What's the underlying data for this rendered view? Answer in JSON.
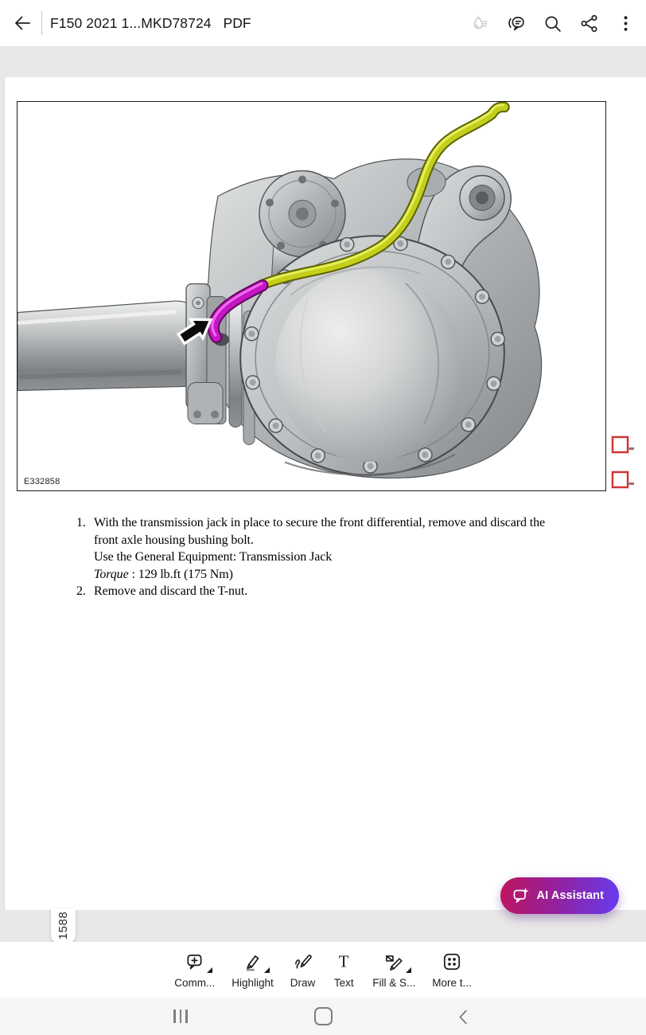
{
  "appbar": {
    "title": "F150 2021 1...MKD78724",
    "doc_type": "PDF",
    "actions": [
      {
        "name": "liquid-mode",
        "disabled": true
      },
      {
        "name": "view-comments",
        "disabled": false
      },
      {
        "name": "search",
        "disabled": false
      },
      {
        "name": "share",
        "disabled": false
      },
      {
        "name": "more-options",
        "disabled": false
      }
    ]
  },
  "figure": {
    "label": "E332858",
    "description": "Front axle differential with yellow vent tube, magenta highlighted segment and black arrow pointing to front axle housing bushing bolt",
    "link_boxes": 2
  },
  "content": {
    "steps": [
      {
        "number": "1.",
        "lines": [
          "With the transmission jack in place to secure the front differential, remove and discard the",
          "front axle housing bushing bolt.",
          "Use the General Equipment: Transmission Jack"
        ],
        "torque_label": "Torque",
        "torque_rest": " : 129 lb.ft (175 Nm)"
      },
      {
        "number": "2.",
        "lines": [
          "Remove and discard the T-nut."
        ]
      }
    ]
  },
  "page_indicator": {
    "page": "1588"
  },
  "ai_assistant": {
    "label": "AI Assistant",
    "icon": "chat-sparkle"
  },
  "toolbar": {
    "tools": [
      {
        "label": "Comm...",
        "icon": "comment-add",
        "has_submenu": true
      },
      {
        "label": "Highlight",
        "icon": "highlighter",
        "has_submenu": true
      },
      {
        "label": "Draw",
        "icon": "pencil-draw",
        "has_submenu": false
      },
      {
        "label": "Text",
        "icon": "text-tool",
        "has_submenu": false
      },
      {
        "label": "Fill & S...",
        "icon": "fill-sign",
        "has_submenu": true
      },
      {
        "label": "More t...",
        "icon": "more-tools",
        "has_submenu": false
      }
    ]
  },
  "navbar": {
    "icons": [
      "recents",
      "home",
      "back"
    ]
  },
  "colors": {
    "highlight_yellow": "#c3cf1b",
    "highlight_magenta": "#c417c4",
    "link_box_red": "#cf3434",
    "ai_gradient_start": "#c0155e",
    "ai_gradient_mid": "#92219f",
    "ai_gradient_end": "#653df0"
  }
}
